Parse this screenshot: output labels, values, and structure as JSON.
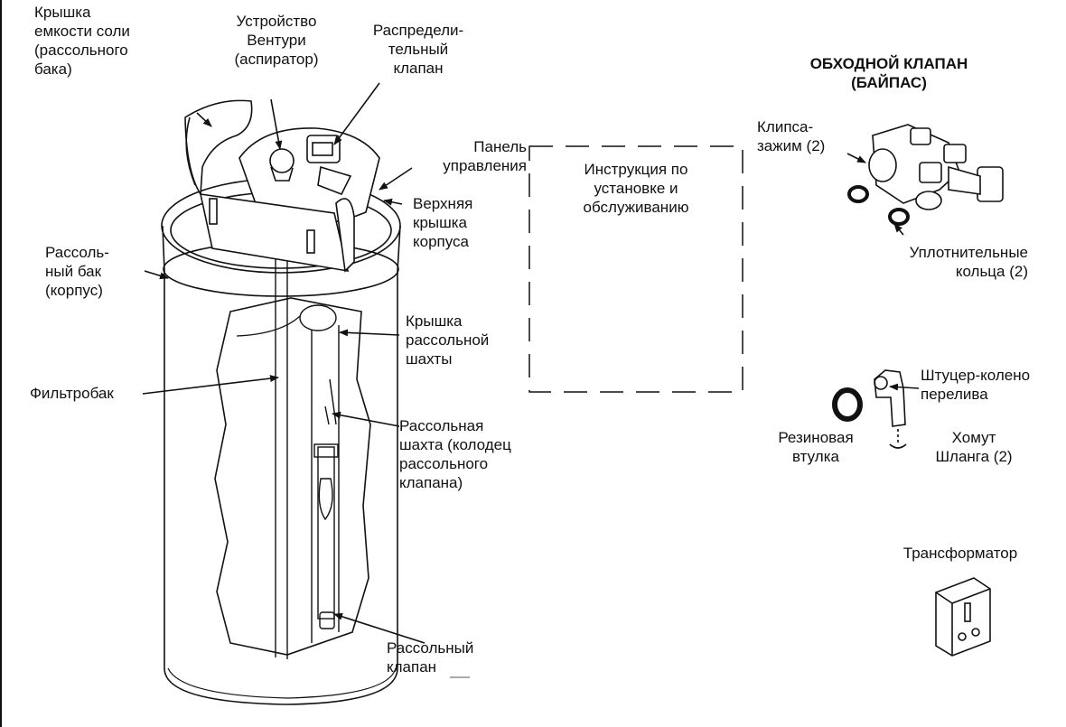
{
  "labels": {
    "brine_tank_lid": "Крышка\nемкости соли\n(рассольного\nбака)",
    "venturi": "Устройство\nВентури\n(аспиратор)",
    "distributor_valve": "Распредели-\nтельный\nклапан",
    "bypass_title": "ОБХОДНОЙ КЛАПАН\n(БАЙПАС)",
    "clip": "Клипса-\nзажим (2)",
    "control_panel": "Панель\nуправления",
    "manual": "Инструкция по\nустановке и\nобслуживанию",
    "top_cover": "Верхняя\nкрышка\nкорпуса",
    "o_rings": "Уплотнительные\nкольца (2)",
    "brine_tank": "Рассоль-\nный бак\n(корпус)",
    "brine_well_cover": "Крышка\nрассольной\nшахты",
    "filter_tank": "Фильтробак",
    "overflow_elbow": "Штуцер-колено\nперелива",
    "rubber_grommet": "Резиновая\nвтулка",
    "hose_clamp": "Хомут\nШланга (2)",
    "brine_well": "Рассольная\nшахта (колодец\nрассольного\nклапана)",
    "transformer": "Трансформатор",
    "brine_valve": "Рассольный\nклапан"
  }
}
